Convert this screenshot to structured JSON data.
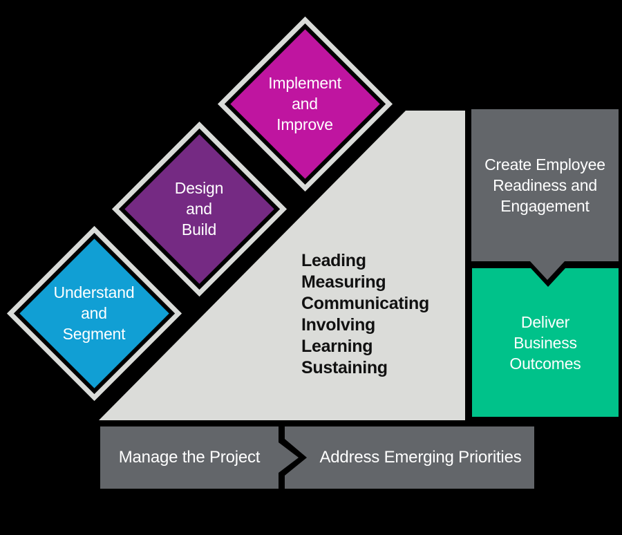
{
  "colors": {
    "background": "#000000",
    "diamond_frame": "#d9dbd8",
    "triangle_bg": "#dbdcd9",
    "dark_gray": "#63666a",
    "green": "#00c28a",
    "blue": "#119fd4",
    "purple": "#752a83",
    "magenta": "#bf15a0"
  },
  "diamonds": [
    {
      "lines": [
        "Understand",
        "and",
        "Segment"
      ],
      "color": "#119fd4"
    },
    {
      "lines": [
        "Design",
        "and",
        "Build"
      ],
      "color": "#752a83"
    },
    {
      "lines": [
        "Implement",
        "and",
        "Improve"
      ],
      "color": "#bf15a0"
    }
  ],
  "triangle": {
    "practices": [
      "Leading",
      "Measuring",
      "Communicating",
      "Involving",
      "Learning",
      "Sustaining"
    ]
  },
  "outcomes": {
    "create": {
      "lines": [
        "Create Employee",
        "Readiness and",
        "Engagement"
      ],
      "color": "#63666a"
    },
    "deliver": {
      "lines": [
        "Deliver",
        "Business",
        "Outcomes"
      ],
      "color": "#00c28a"
    }
  },
  "bottom_bar": {
    "manage": {
      "label": "Manage the Project",
      "color": "#63666a"
    },
    "address": {
      "label": "Address Emerging Priorities",
      "color": "#63666a"
    }
  }
}
